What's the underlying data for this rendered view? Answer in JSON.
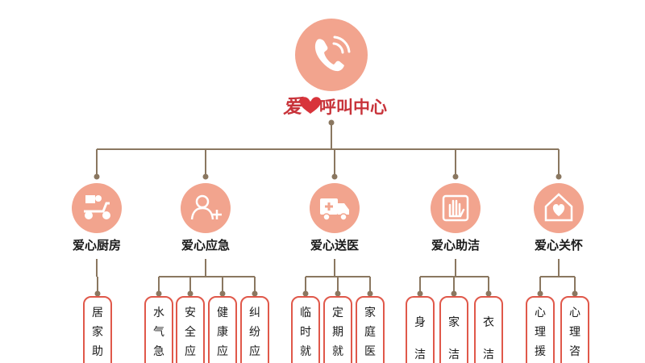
{
  "center": {
    "brand_script": "爱",
    "title": "呼叫中心",
    "icon": "phone-icon"
  },
  "colors": {
    "circle_fill": "#f2a48e",
    "brand_red": "#d8343b",
    "line": "#8a7760",
    "box_border": "#e0584a",
    "text": "#1a1a1a"
  },
  "categories": [
    {
      "id": "kitchen",
      "label": "爱心厨房",
      "icon": "delivery-scooter-icon",
      "items": [
        "居家助餐"
      ]
    },
    {
      "id": "emergency",
      "label": "爱心应急",
      "icon": "add-person-icon",
      "items": [
        "水气急修",
        "安全应急",
        "健康应急",
        "纠纷应急"
      ]
    },
    {
      "id": "medical",
      "label": "爱心送医",
      "icon": "ambulance-icon",
      "items": [
        "临时就诊",
        "定期就诊",
        "家庭医生"
      ]
    },
    {
      "id": "cleaning",
      "label": "爱心助洁",
      "icon": "clean-hand-icon",
      "items": [
        "身洁",
        "家洁",
        "衣洁"
      ]
    },
    {
      "id": "care",
      "label": "爱心关怀",
      "icon": "heart-home-icon",
      "items": [
        "心理援助",
        "心理咨询"
      ]
    }
  ]
}
